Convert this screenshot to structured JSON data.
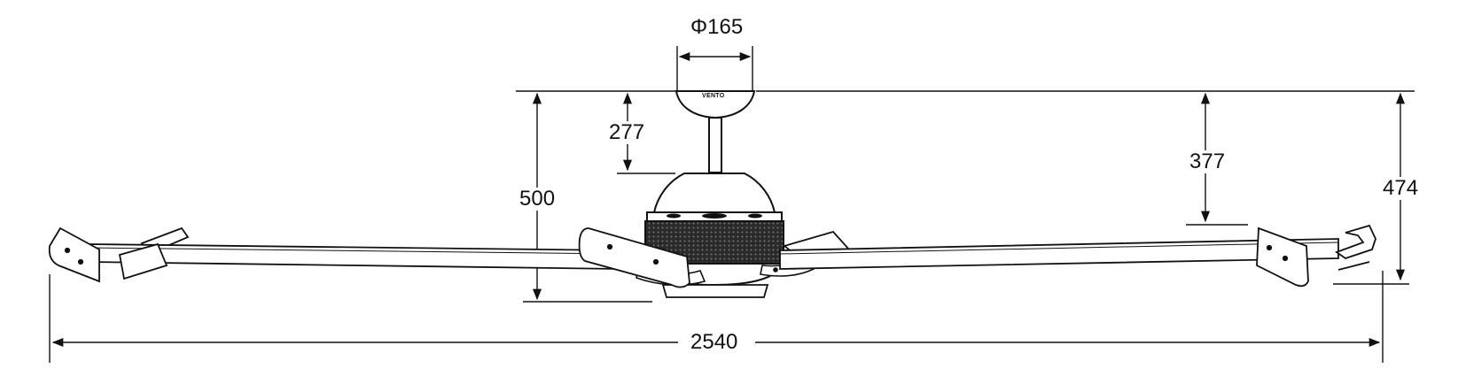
{
  "dimensions": {
    "canopy_diameter": "Φ165",
    "ceiling_to_motor_top": "277",
    "ceiling_to_bottom": "500",
    "ceiling_to_blade": "377",
    "ceiling_to_blade_tip_bottom": "474",
    "overall_span": "2540"
  },
  "canopy_brand": "VENTO",
  "colors": {
    "line": "#111111",
    "background": "#ffffff",
    "mesh": "#222222"
  }
}
